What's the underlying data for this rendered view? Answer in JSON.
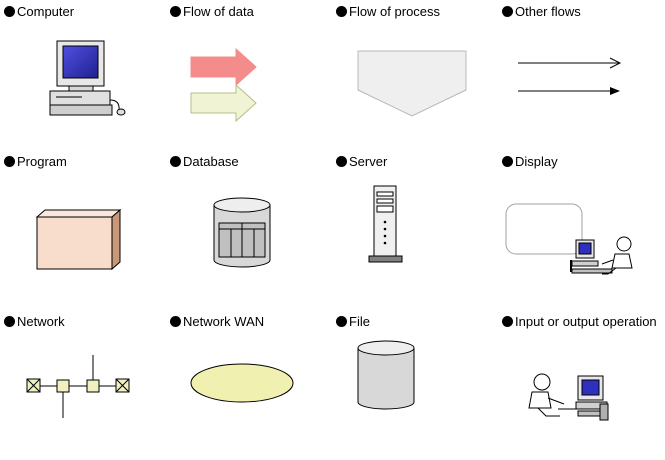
{
  "legend": {
    "computer": "Computer",
    "flow_of_data": "Flow of data",
    "flow_of_process": "Flow of process",
    "other_flows": "Other flows",
    "program": "Program",
    "database": "Database",
    "server": "Server",
    "display": "Display",
    "network": "Network",
    "network_wan": "Network WAN",
    "file": "File",
    "input_output": "Input or output operation"
  },
  "colors": {
    "data_flow_primary": "#f48c8c",
    "data_flow_secondary": "#f1f4d4",
    "process_fill": "#efefef",
    "program_fill": "#f8dccc",
    "program_side": "#c89878",
    "wan_fill": "#f0f0b0",
    "network_node": "#f0f0c0",
    "screen_blue": "#3030c0",
    "cylinder_fill": "#d8d8d8"
  },
  "icons": {
    "computer": "desktop-computer-icon",
    "database": "database-cylinder-icon",
    "server": "server-tower-icon",
    "display": "user-at-display-icon",
    "file": "file-cylinder-icon",
    "io": "user-at-terminal-icon"
  }
}
